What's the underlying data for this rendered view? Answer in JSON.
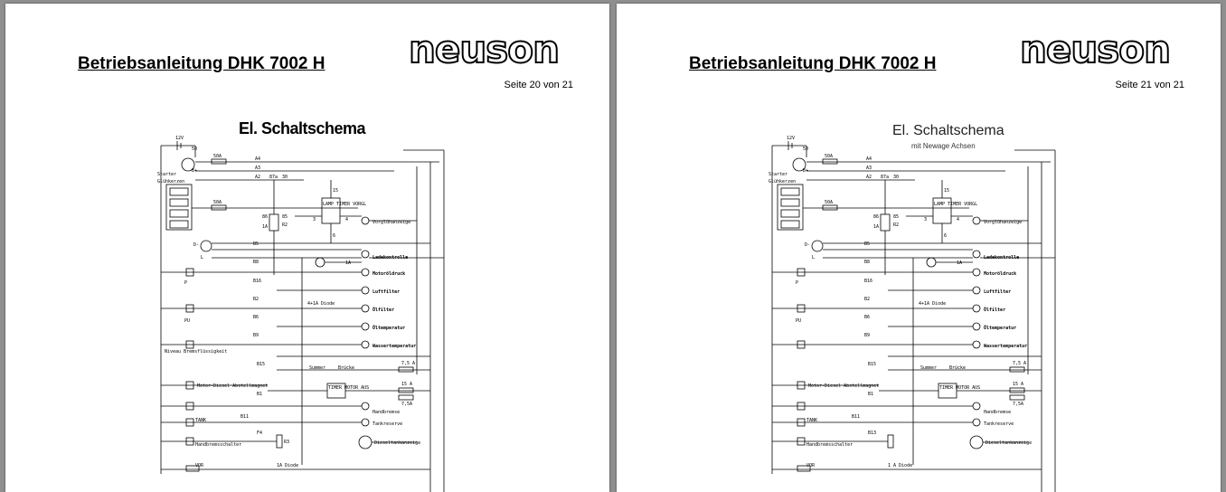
{
  "pages": [
    {
      "title": "Betriebsanleitung DHK 7002 H",
      "logo": "neuson",
      "page_number": "Seite 20 von 21",
      "schema_title": "El. Schaltschema",
      "schema_subtitle": "",
      "labels": {
        "battery": "12V",
        "starter": "Starter",
        "glow_plugs": "Glühkerzen",
        "fuse_50a_1": "50A",
        "fuse_50a_2": "50A",
        "t50": "50",
        "bplus": "B+",
        "a4": "A4",
        "a3": "A3",
        "a2": "A2",
        "t87a": "87a",
        "t30": "30",
        "t86": "86",
        "t85": "85",
        "t1a": "1A",
        "r2": "R2",
        "t15": "15",
        "lamp_timer": "LAMP TIMER VORGL",
        "glow_indicator": "Vorglühanzeige",
        "t3": "3",
        "t4": "4",
        "t6": "6",
        "d_minus": "D-",
        "l": "L",
        "b5": "B5",
        "b8": "B8",
        "b16": "B16",
        "b2": "B2",
        "b6": "B6",
        "b9": "B9",
        "p": "P",
        "pu": "PU",
        "fuse_1a": "1A",
        "charge": "Ladekontrolle",
        "oil_pressure": "Motoröldruck",
        "air_filter": "Luftfilter",
        "oil_filter": "Ölfilter",
        "oil_temp": "Öltemperatur",
        "water_temp": "Wassertemperatur",
        "diode": "4+1A Diode",
        "brake_fluid": "Niveau Bremsflüssigkeit",
        "buzzer": "Summer",
        "bridge": "Brücke",
        "fuse_75a": "7,5 A",
        "b15": "B15",
        "b1": "B1",
        "b11": "B11",
        "shutoff": "Motor-Diesel Abstellmagnet",
        "timer_motor": "TIMER MOTOR AUS",
        "fuse_15a": "15 A",
        "fuse_75a_2": "7,5A",
        "handbrake": "Handbremse",
        "tank_reserve": "Tankreserve",
        "tank": "TANK",
        "handbrake_switch": "Handbremsschalter",
        "fuel_gauge": "Dieseltankanzeige",
        "r3": "R3",
        "f4": "F4",
        "vor": "VOR",
        "diode_1a": "1A Diode"
      }
    },
    {
      "title": "Betriebsanleitung DHK 7002 H",
      "logo": "neuson",
      "page_number": "Seite 21 von 21",
      "schema_title": "El. Schaltschema",
      "schema_subtitle": "mit Newage Achsen",
      "labels": {
        "battery": "12V",
        "starter": "Starter",
        "glow_plugs": "Glühkerzen",
        "fuse_50a_1": "50A",
        "fuse_50a_2": "50A",
        "t50": "50",
        "bplus": "B+",
        "a4": "A4",
        "a3": "A3",
        "a2": "A2",
        "t87a": "87a",
        "t30": "30",
        "t86": "86",
        "t85": "85",
        "t1a": "1A",
        "r2": "R2",
        "t15": "15",
        "lamp_timer": "LAMP TIMER VORGL",
        "glow_indicator": "Vorglühanzeige",
        "t3": "3",
        "t4": "4",
        "t6": "6",
        "d_minus": "D-",
        "l": "L",
        "b5": "B5",
        "b8": "B8",
        "b16": "B16",
        "b2": "B2",
        "b6": "B6",
        "b9": "B9",
        "p": "P",
        "pu": "PU",
        "fuse_1a": "1A",
        "charge": "Ladekontrolle",
        "oil_pressure": "Motoröldruck",
        "air_filter": "Luftfilter",
        "oil_filter": "Ölfilter",
        "oil_temp": "Öltemperatur",
        "water_temp": "Wassertemperatur",
        "diode": "4+1A Diode",
        "brake_fluid": "",
        "buzzer": "Summer",
        "bridge": "Brücke",
        "fuse_75a": "7,5 A",
        "b15": "B15",
        "b1": "B1",
        "b11": "B11",
        "shutoff": "Motor-Diesel Abstellmagnet",
        "timer_motor": "TIMER MOTOR AUS",
        "fuse_15a": "15 A",
        "fuse_75a_2": "7,5A",
        "handbrake": "Handbremse",
        "tank_reserve": "Tankreserve",
        "tank": "TANK",
        "handbrake_switch": "Handbremsschalter",
        "fuel_gauge": "Dieseltankanzeige",
        "r3": "",
        "f4": "B13",
        "vor": "VOR",
        "diode_1a": "1 A Diode"
      }
    }
  ]
}
